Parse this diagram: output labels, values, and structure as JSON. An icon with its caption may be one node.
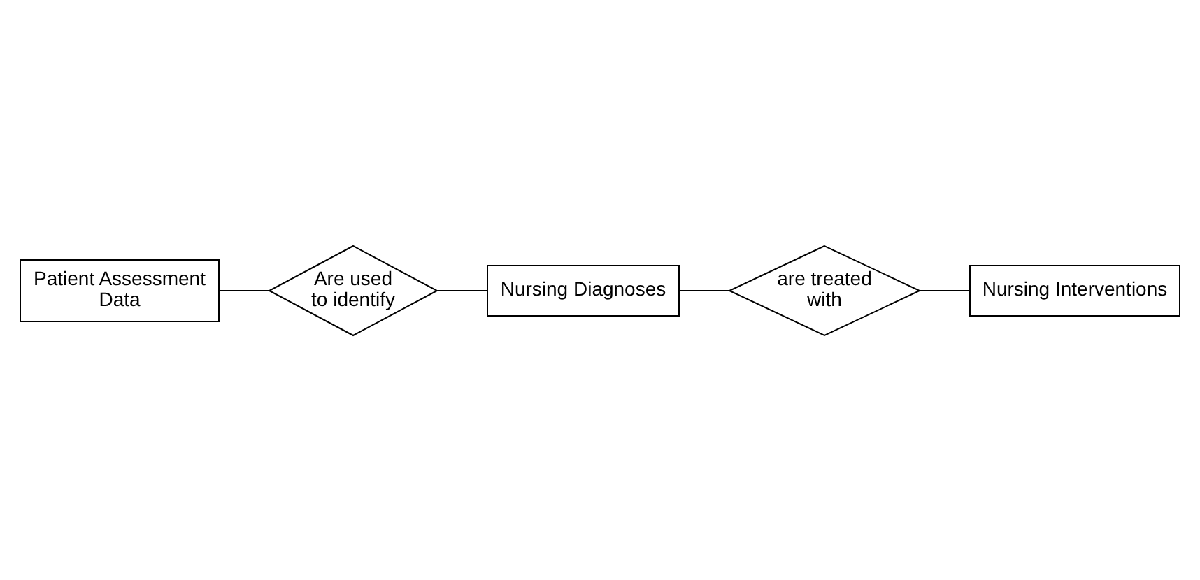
{
  "diagram": {
    "nodes": [
      {
        "text": [
          "Patient Assessment Data"
        ]
      },
      {
        "text": [
          "Are used to identify"
        ]
      },
      {
        "text": [
          "Nursing Diagnoses"
        ]
      },
      {
        "text": [
          "are treated with"
        ]
      },
      {
        "text": [
          "Nursing Interventions"
        ]
      }
    ],
    "edges": [
      {
        "from": 0,
        "to": 1,
        "arrow": "none"
      },
      {
        "from": 1,
        "to": 2,
        "arrow": "none"
      },
      {
        "from": 2,
        "to": 3,
        "arrow": "none"
      },
      {
        "from": 3,
        "to": 4,
        "arrow": "none"
      }
    ]
  }
}
